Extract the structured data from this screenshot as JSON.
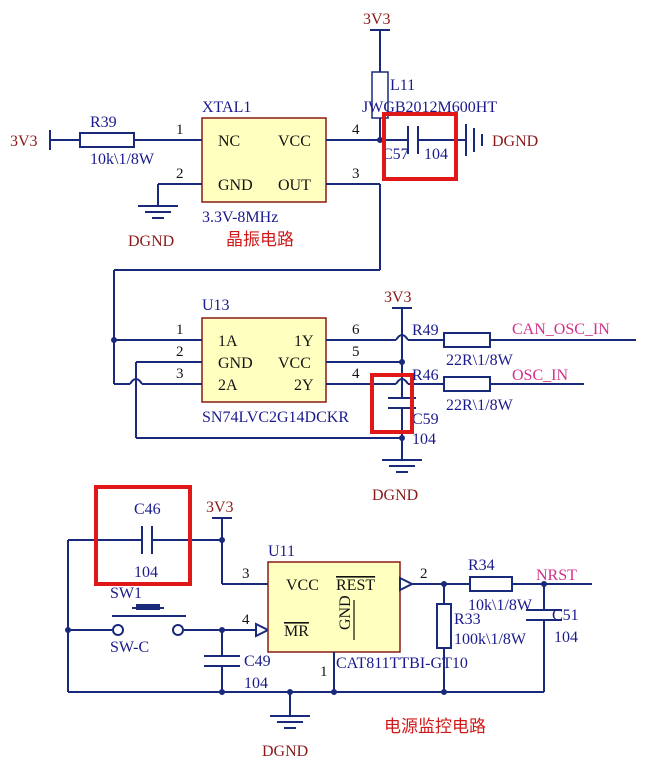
{
  "power": {
    "v3v3": "3V3",
    "dgnd": "DGND"
  },
  "xtal": {
    "ref": "XTAL1",
    "value": "3.3V-8MHz",
    "section_title": "晶振电路",
    "pins": {
      "nc": "NC",
      "gnd": "GND",
      "vcc": "VCC",
      "out": "OUT"
    },
    "pin_numbers": [
      "1",
      "2",
      "4",
      "3"
    ]
  },
  "r39": {
    "ref": "R39",
    "value": "10k\\1/8W"
  },
  "l11": {
    "ref": "L11",
    "value": "JWGB2012M600HT"
  },
  "c57": {
    "ref": "C57",
    "value": "104"
  },
  "u13": {
    "ref": "U13",
    "value": "SN74LVC2G14DCKR",
    "pins": {
      "a1": "1A",
      "gnd": "GND",
      "a2": "2A",
      "y1": "1Y",
      "vcc": "VCC",
      "y2": "2Y"
    },
    "pin_numbers": [
      "1",
      "2",
      "3",
      "6",
      "5",
      "4"
    ]
  },
  "r49": {
    "ref": "R49",
    "value": "22R\\1/8W"
  },
  "r46": {
    "ref": "R46",
    "value": "22R\\1/8W"
  },
  "c59": {
    "ref": "C59",
    "value": "104"
  },
  "nets": {
    "can_osc_in": "CAN_OSC_IN",
    "osc_in": "OSC_IN",
    "nrst": "NRST"
  },
  "c46": {
    "ref": "C46",
    "value": "104"
  },
  "sw1": {
    "ref": "SW1",
    "value": "SW-C"
  },
  "c49": {
    "ref": "C49",
    "value": "104"
  },
  "u11": {
    "ref": "U11",
    "value": "CAT811TTBI-GT10",
    "section_title": "电源监控电路",
    "pins": {
      "vcc": "VCC",
      "rest": "REST",
      "mr": "MR",
      "gnd": "GND"
    },
    "pin_numbers": [
      "3",
      "4",
      "2",
      "1"
    ]
  },
  "r34": {
    "ref": "R34",
    "value": "10k\\1/8W"
  },
  "r33": {
    "ref": "R33",
    "value": "100k\\1/8W"
  },
  "c51": {
    "ref": "C51",
    "value": "104"
  }
}
